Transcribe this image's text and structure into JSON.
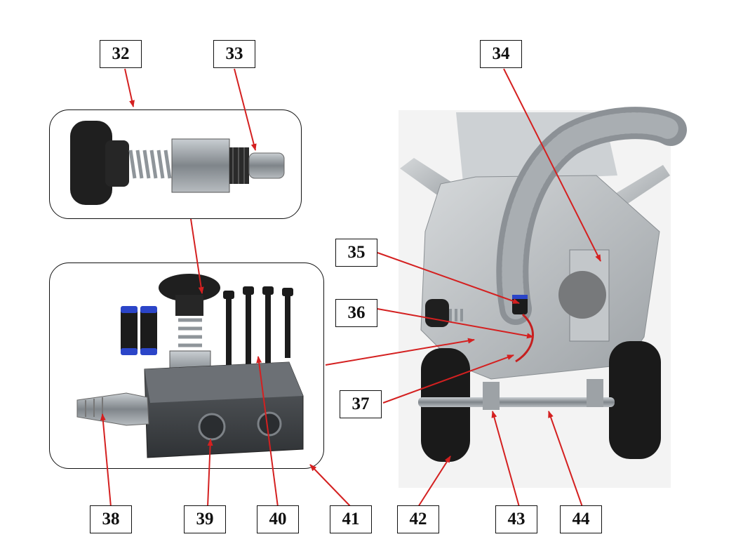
{
  "labels": [
    "32",
    "33",
    "34",
    "35",
    "36",
    "37",
    "38",
    "39",
    "40",
    "41",
    "42",
    "43",
    "44"
  ],
  "colors": {
    "leader": "#d42020",
    "box_border": "#111111",
    "aluminum": "#b9bdc0",
    "black_part": "#1f1f1f",
    "steel": "#9aa0a6",
    "blue_fitting": "#2b45c8",
    "hose": "#8c9196"
  }
}
